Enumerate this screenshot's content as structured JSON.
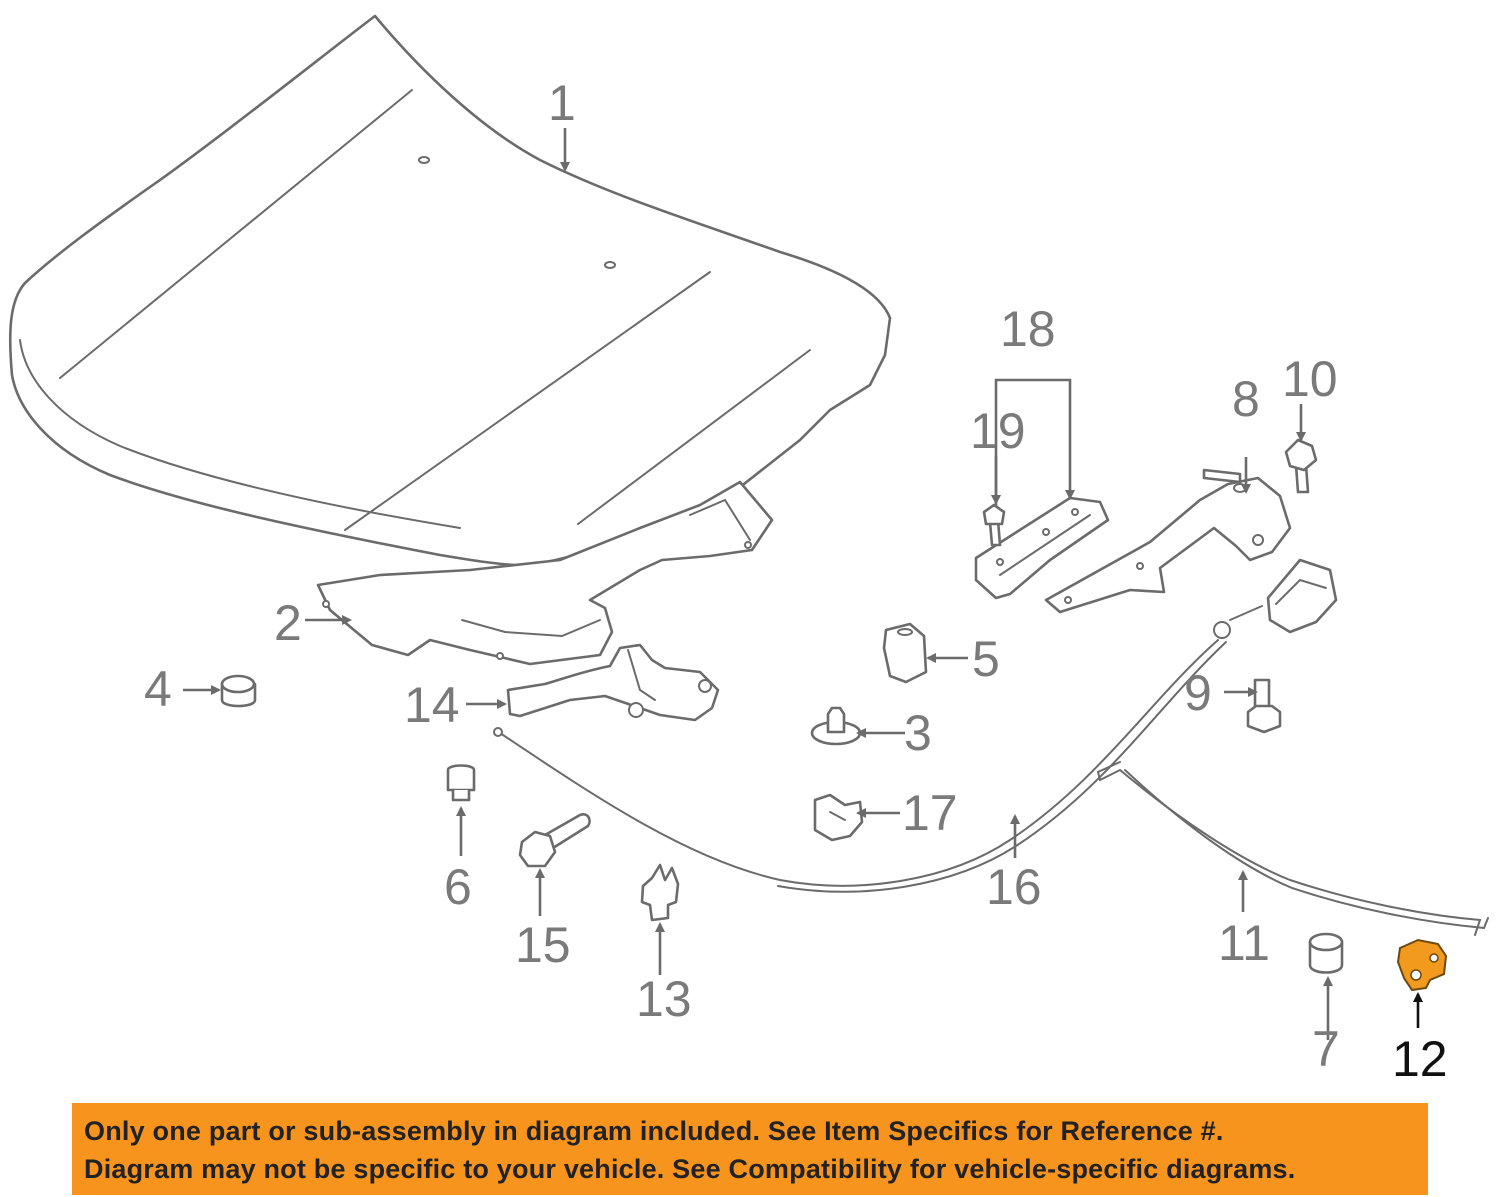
{
  "callouts": {
    "c1": "1",
    "c2": "2",
    "c3": "3",
    "c4": "4",
    "c5": "5",
    "c6": "6",
    "c7": "7",
    "c8": "8",
    "c9": "9",
    "c10": "10",
    "c11": "11",
    "c12": "12",
    "c13": "13",
    "c14": "14",
    "c15": "15",
    "c16": "16",
    "c17": "17",
    "c18": "18",
    "c19": "19"
  },
  "highlighted_part": "12",
  "colors": {
    "highlight": "#f29a1d",
    "banner": "#f7941d",
    "line": "#6b6b6b"
  },
  "banner": {
    "line1": "Only one part or sub-assembly in diagram included. See Item Specifics for Reference #.",
    "line2": "Diagram may not be specific to your vehicle. See Compatibility for vehicle-specific diagrams."
  }
}
